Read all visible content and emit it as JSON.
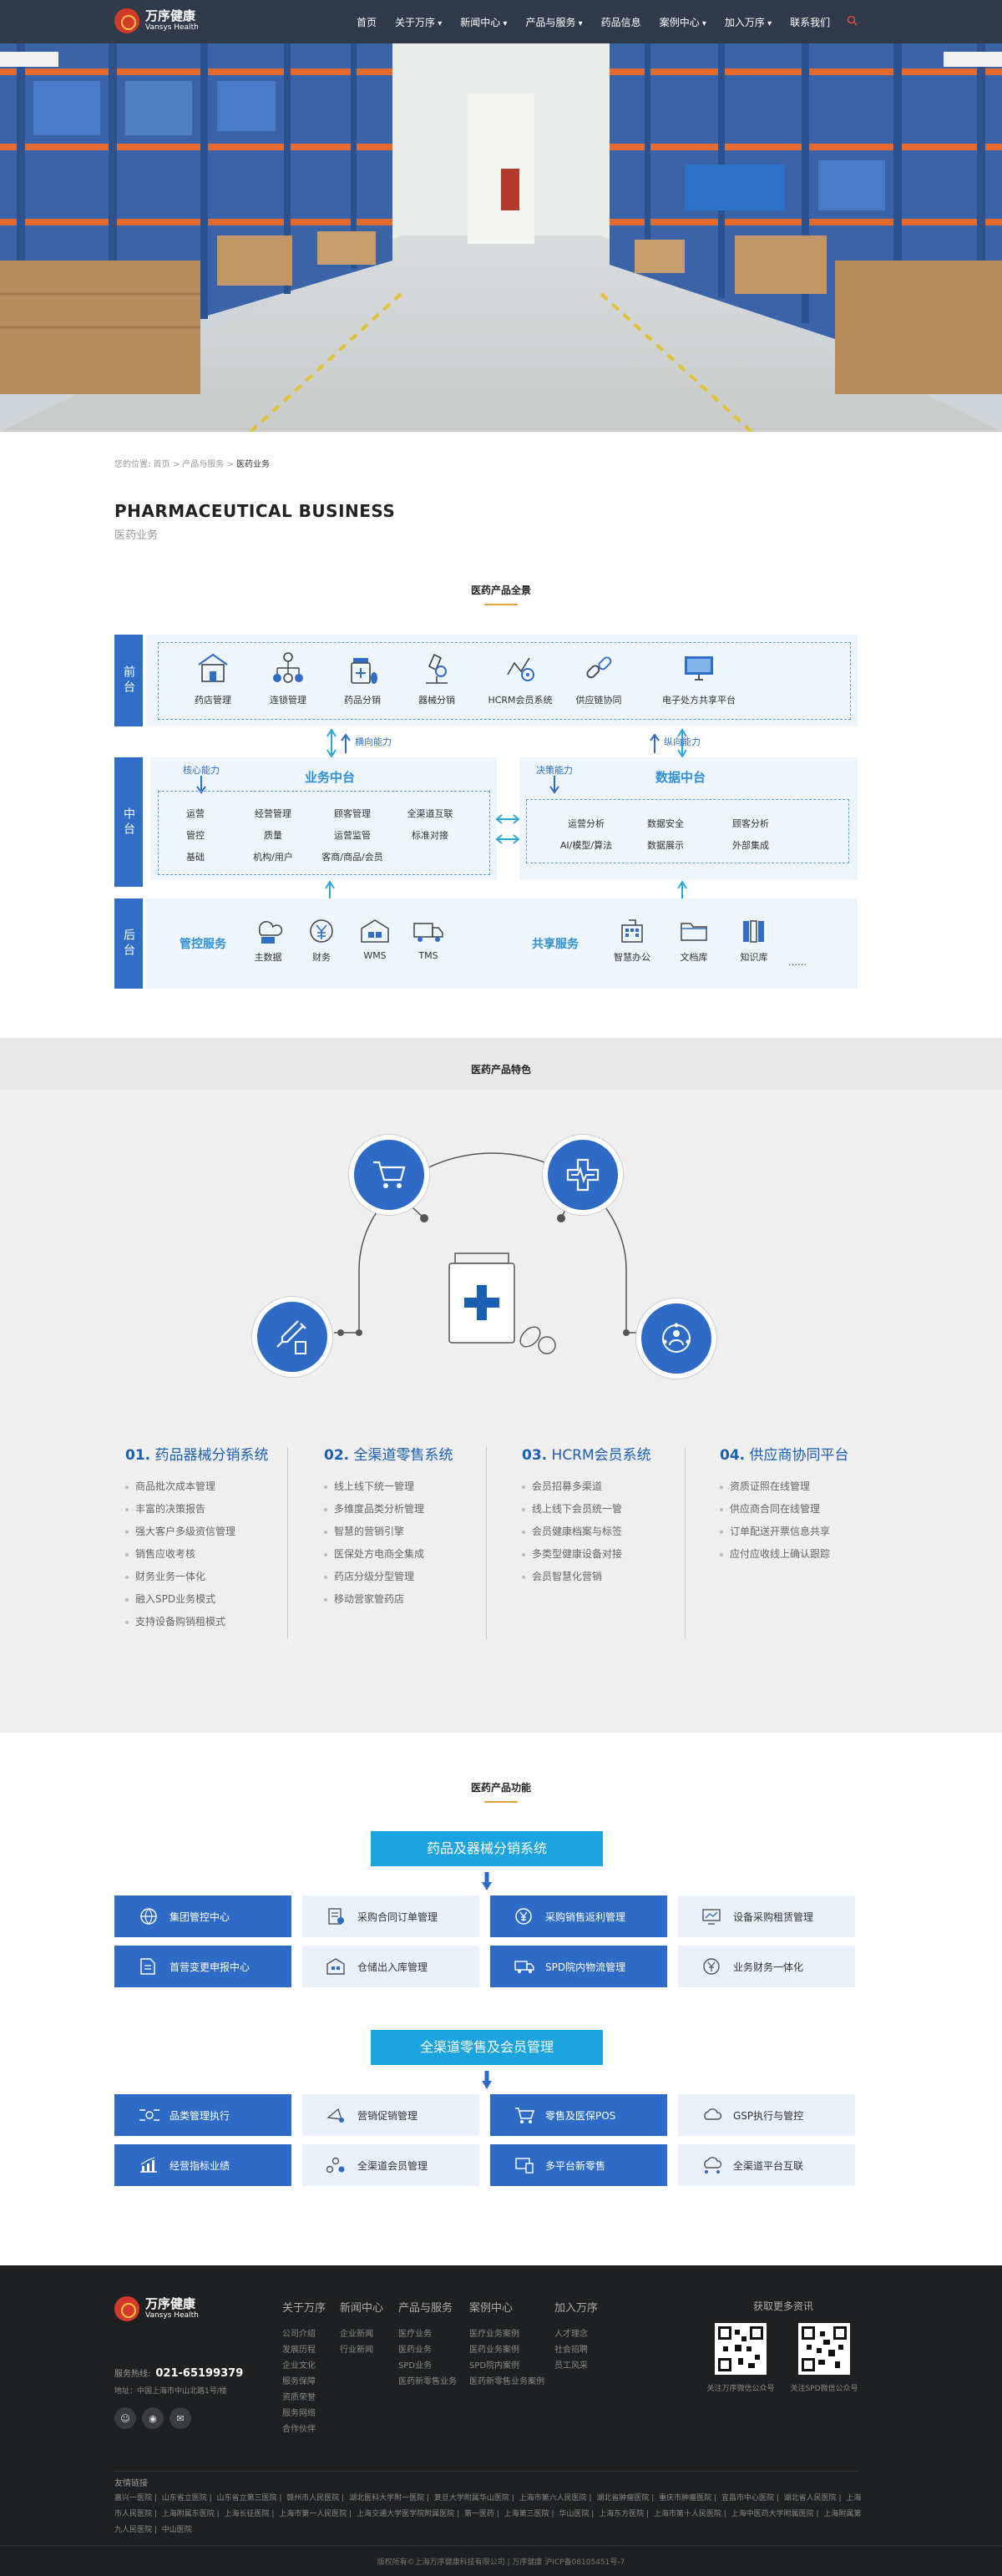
{
  "header": {
    "logo_cn": "万序健康",
    "logo_en": "Vansys Health",
    "nav": [
      {
        "label": "首页",
        "caret": false
      },
      {
        "label": "关于万序",
        "caret": true
      },
      {
        "label": "新闻中心",
        "caret": true
      },
      {
        "label": "产品与服务",
        "caret": true
      },
      {
        "label": "药品信息",
        "caret": false
      },
      {
        "label": "案例中心",
        "caret": true
      },
      {
        "label": "加入万序",
        "caret": true
      },
      {
        "label": "联系我们",
        "caret": false
      }
    ]
  },
  "breadcrumb": {
    "prefix": "您的位置: 首页 > 产品与服务 > ",
    "current": "医药业务"
  },
  "page_title": {
    "en": "PHARMACEUTICAL BUSINESS",
    "cn": "医药业务"
  },
  "overview": {
    "title": "医药产品全景",
    "layers": {
      "front": "前台",
      "middle": "中台",
      "back": "后台"
    },
    "front_items": [
      "药店管理",
      "连锁管理",
      "药品分销",
      "器械分销",
      "HCRM会员系统",
      "供应链协同",
      "电子处方共享平台"
    ],
    "arrow_left": "横向能力",
    "arrow_right": "纵向能力",
    "business": {
      "tag": "核心能力",
      "title": "业务中台",
      "cells": [
        "运营",
        "经营管理",
        "顾客管理",
        "全渠道互联",
        "管控",
        "质量",
        "运营监管",
        "标准对接",
        "基础",
        "机构/用户",
        "客商/商品/会员"
      ]
    },
    "data": {
      "tag": "决策能力",
      "title": "数据中台",
      "cells": [
        "运营分析",
        "数据安全",
        "顾客分析",
        "AI/模型/算法",
        "数据展示",
        "外部集成"
      ]
    },
    "control": {
      "title": "管控服务",
      "items": [
        "主数据",
        "财务",
        "WMS",
        "TMS"
      ]
    },
    "shared": {
      "title": "共享服务",
      "items": [
        "智慧办公",
        "文档库",
        "知识库",
        "……"
      ]
    }
  },
  "features": {
    "title": "医药产品特色",
    "columns": [
      {
        "num": "01.",
        "title": "药品器械分销系统",
        "items": [
          "商品批次成本管理",
          "丰富的决策报告",
          "强大客户多级资信管理",
          "销售应收考核",
          "财务业务一体化",
          "融入SPD业务模式",
          "支持设备购销租模式"
        ]
      },
      {
        "num": "02.",
        "title": "全渠道零售系统",
        "items": [
          "线上线下统一管理",
          "多维度品类分析管理",
          "智慧的营销引擎",
          "医保处方电商全集成",
          "药店分级分型管理",
          "移动营家管药店"
        ]
      },
      {
        "num": "03.",
        "title": "HCRM会员系统",
        "items": [
          "会员招募多渠道",
          "线上线下会员统一管",
          "会员健康档案与标签",
          "多类型健康设备对接",
          "会员智慧化营销"
        ]
      },
      {
        "num": "04.",
        "title": "供应商协同平台",
        "items": [
          "资质证照在线管理",
          "供应商合同在线管理",
          "订单配送开票信息共享",
          "应付应收线上确认跟踪"
        ]
      }
    ]
  },
  "functions": {
    "title": "医药产品功能",
    "group1": {
      "title": "药品及器械分销系统",
      "boxes": [
        {
          "label": "集团管控中心",
          "style": "dark",
          "icon": "globe-icon"
        },
        {
          "label": "采购合同订单管理",
          "style": "light",
          "icon": "contract-icon"
        },
        {
          "label": "采购销售返利管理",
          "style": "dark",
          "icon": "rebate-icon"
        },
        {
          "label": "设备采购租赁管理",
          "style": "light",
          "icon": "monitor-icon"
        },
        {
          "label": "首营变更申报中心",
          "style": "dark",
          "icon": "document-icon"
        },
        {
          "label": "仓储出入库管理",
          "style": "light",
          "icon": "warehouse-icon"
        },
        {
          "label": "SPD院内物流管理",
          "style": "dark",
          "icon": "truck-icon"
        },
        {
          "label": "业务财务一体化",
          "style": "light",
          "icon": "coin-icon"
        }
      ]
    },
    "group2": {
      "title": "全渠道零售及会员管理",
      "boxes": [
        {
          "label": "品类管理执行",
          "style": "dark",
          "icon": "category-icon"
        },
        {
          "label": "营销促销管理",
          "style": "light",
          "icon": "promo-icon"
        },
        {
          "label": "零售及医保POS",
          "style": "dark",
          "icon": "cart-icon"
        },
        {
          "label": "GSP执行与管控",
          "style": "light",
          "icon": "cloud-icon"
        },
        {
          "label": "经营指标业绩",
          "style": "dark",
          "icon": "chart-icon"
        },
        {
          "label": "全渠道会员管理",
          "style": "light",
          "icon": "members-icon"
        },
        {
          "label": "多平台新零售",
          "style": "dark",
          "icon": "platform-icon"
        },
        {
          "label": "全渠道平台互联",
          "style": "light",
          "icon": "network-icon"
        }
      ]
    }
  },
  "footer": {
    "logo_cn": "万序健康",
    "logo_en": "Vansys Health",
    "columns": [
      {
        "title": "关于万序",
        "items": [
          "公司介绍",
          "发展历程",
          "企业文化",
          "服务保障",
          "资质荣誉",
          "服务网络",
          "合作伙伴"
        ]
      },
      {
        "title": "新闻中心",
        "items": [
          "企业新闻",
          "行业新闻"
        ]
      },
      {
        "title": "产品与服务",
        "items": [
          "医疗业务",
          "医药业务",
          "SPD业务",
          "医药新零售业务"
        ]
      },
      {
        "title": "案例中心",
        "items": [
          "医疗业务案例",
          "医药业务案例",
          "SPD院内案例",
          "医药新零售业务案例"
        ]
      },
      {
        "title": "加入万序",
        "items": [
          "人才理念",
          "社会招聘",
          "员工风采"
        ]
      }
    ],
    "phone_label": "服务热线:",
    "phone": "021-65199379",
    "address": "地址：中国上海市中山北路1号/楼",
    "social": [
      "☺",
      "◉",
      "✉"
    ],
    "qr_title": "获取更多资讯",
    "qr_captions": [
      "关注万序微信公众号",
      "关注SPD微信公众号"
    ],
    "links_title": "友情链接",
    "links": [
      "嘉兴一医院",
      "山东省立医院",
      "山东省立第三医院",
      "赣州市人民医院",
      "湖北医科大学附一医院",
      "复旦大学附属华山医院",
      "上海市第六人民医院",
      "湖北省肿瘤医院",
      "重庆市肿瘤医院",
      "宜昌市中心医院",
      "湖北省人民医院",
      "上海市人民医院",
      "上海附属东医院",
      "上海长征医院",
      "上海市第一人民医院",
      "上海交通大学医学院附属医院",
      "第一医药",
      "上海第三医院",
      "华山医院",
      "上海东方医院",
      "上海市第十人民医院",
      "上海中医药大学附属医院",
      "上海附属第九人民医院",
      "中山医院"
    ],
    "copyright": "版权所有©上海万序健康科技有限公司 | 万序健康 沪ICP备08105451号-7"
  }
}
